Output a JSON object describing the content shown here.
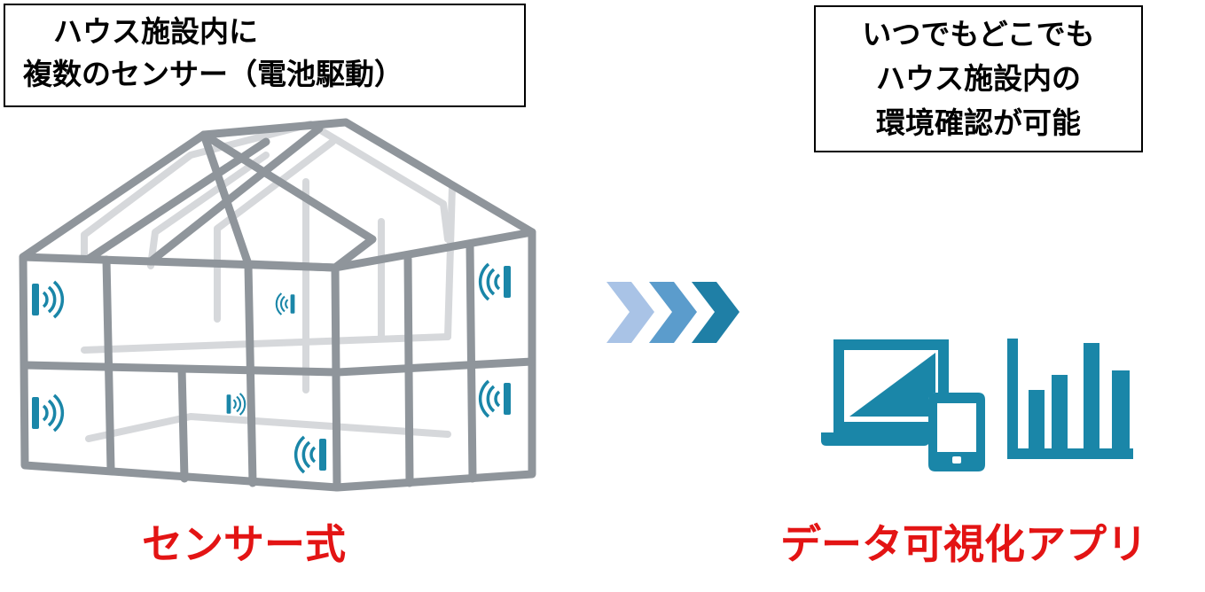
{
  "left_box": {
    "line1": "ハウス施設内に",
    "line2": "複数のセンサー（電池駆動）"
  },
  "right_box": {
    "line1": "いつでもどこでも",
    "line2": "ハウス施設内の",
    "line3": "環境確認が可能"
  },
  "captions": {
    "left": "センサー式",
    "right": "データ可視化アプリ"
  },
  "colors": {
    "caption": "#e31414",
    "icon": "#1a86a8",
    "frame": "#9aa0a6",
    "arrow_light": "#a9c3e6",
    "arrow_dark": "#1f7fa6"
  }
}
